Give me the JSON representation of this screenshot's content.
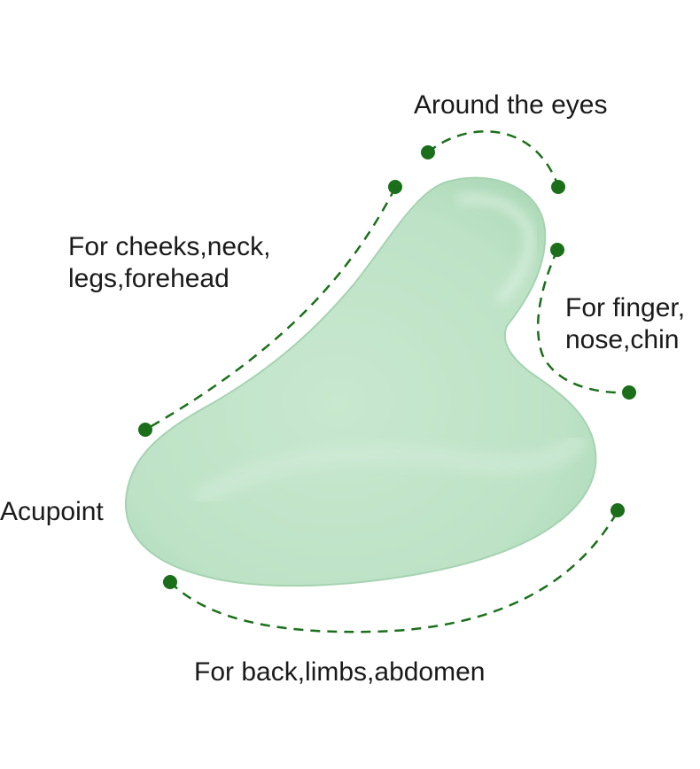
{
  "colors": {
    "guide_line": "#1b6f1b",
    "guide_dot": "#1b6f1b",
    "stone_fill": "#bfe3c8",
    "stone_highlight": "#d6efdb",
    "stone_edge": "#9ccfa9",
    "text": "#1a1a1a",
    "background": "#ffffff"
  },
  "labels": {
    "eyes": "Around the eyes",
    "cheeks_line1": "For cheeks,neck,",
    "cheeks_line2": "legs,forehead",
    "finger_line1": "For finger,",
    "finger_line2": "nose,chin",
    "acupoint": "Acupoint",
    "back": "For back,limbs,abdomen"
  }
}
